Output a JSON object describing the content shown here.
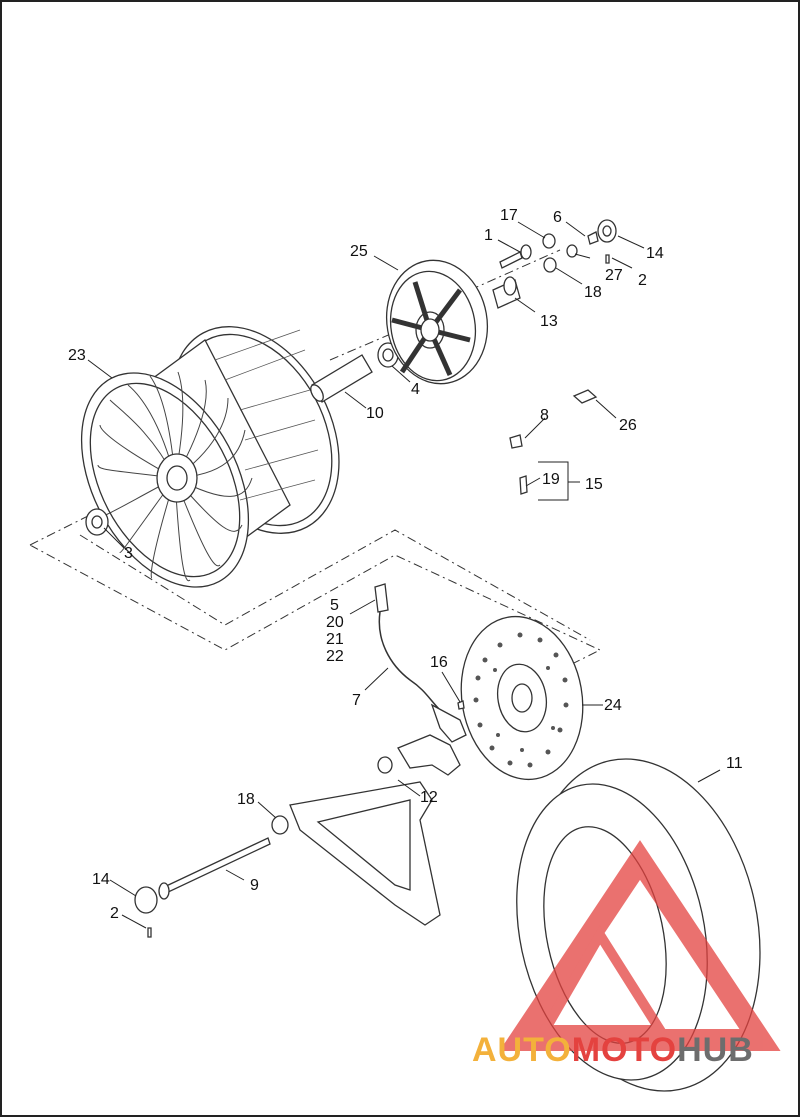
{
  "diagram": {
    "callouts": [
      "1",
      "17",
      "6",
      "14",
      "25",
      "27",
      "2",
      "18",
      "13",
      "23",
      "4",
      "10",
      "8",
      "26",
      "19",
      "15",
      "3",
      "5",
      "20",
      "21",
      "22",
      "16",
      "7",
      "24",
      "11",
      "12",
      "18",
      "14",
      "9",
      "2"
    ]
  },
  "watermark": {
    "part1": "AUTO",
    "part2": "MOTO",
    "part3": "HUB",
    "colors": {
      "auto": "#f3b13b",
      "moto": "#e4423f",
      "hub": "#6d6d6d",
      "triangle": "#e4423f"
    }
  },
  "icons": [
    "wheel-hub-drawing",
    "brake-rotor-drawing",
    "tire-drawing",
    "belt-sprocket-drawing",
    "swingarm-drawing",
    "axle-drawing",
    "logo-triangle"
  ]
}
